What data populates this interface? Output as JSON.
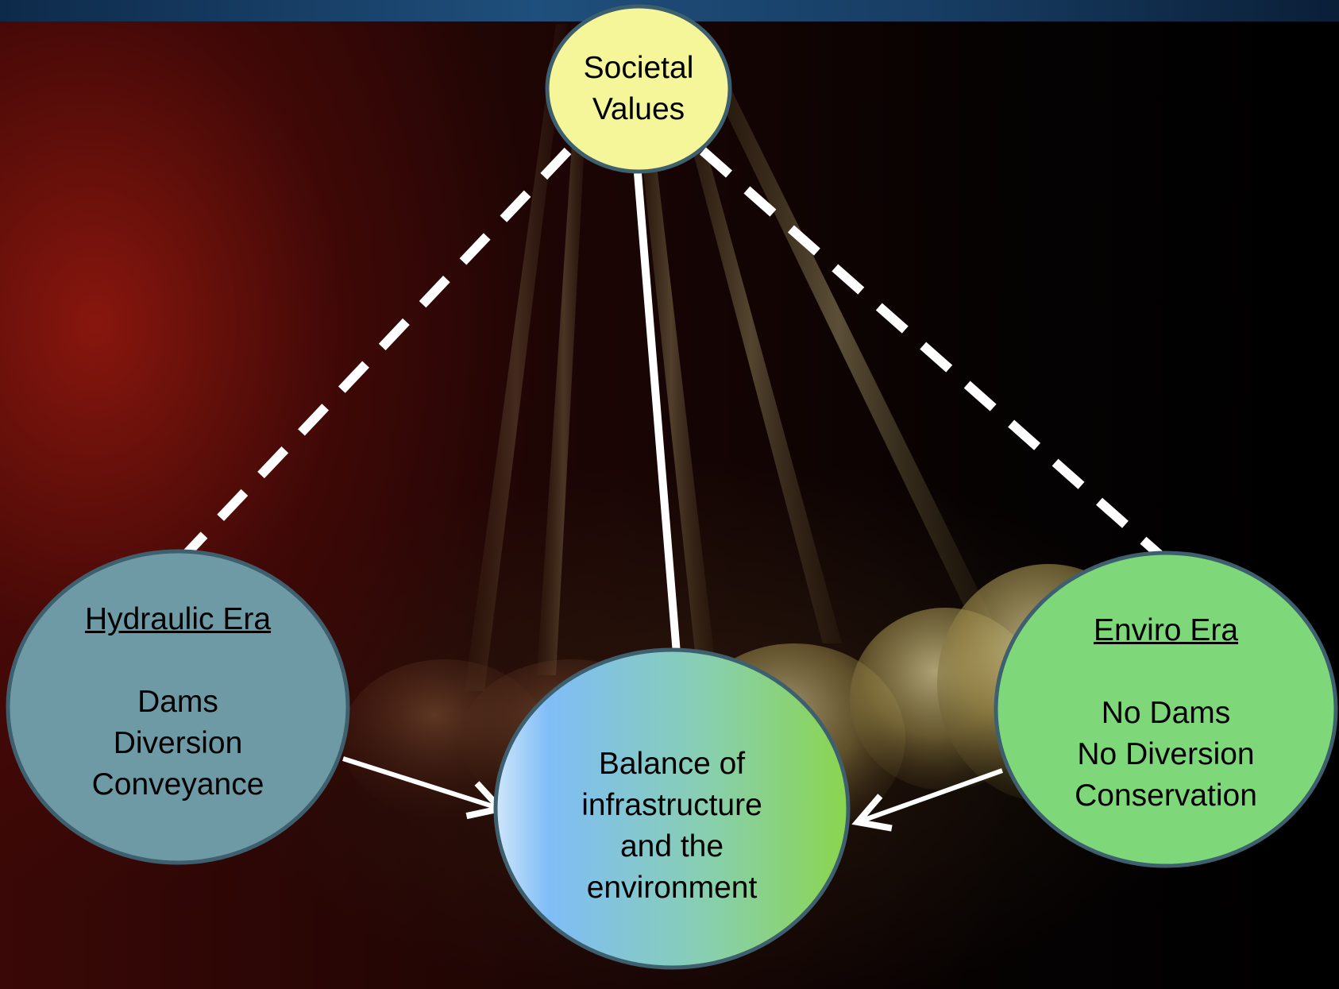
{
  "nodes": {
    "societal": {
      "lines": [
        "Societal",
        "Values"
      ],
      "fill": "#f5f59a"
    },
    "hydraulic": {
      "title": "Hydraulic Era",
      "items": [
        "Dams",
        "Diversion",
        "Conveyance"
      ],
      "fill": "#6e9aa6"
    },
    "enviro": {
      "title": "Enviro Era",
      "items": [
        "No Dams",
        "No Diversion",
        "Conservation"
      ],
      "fill": "#7ed87a"
    },
    "balance": {
      "lines": [
        "Balance of",
        "infrastructure",
        "and the",
        "environment"
      ],
      "gradient": [
        "#9fd0f5",
        "#7fbdf7",
        "#88cfa6",
        "#8ad54e"
      ]
    }
  },
  "colors": {
    "connector": "#ffffff",
    "node_border": "#3d5f6e",
    "bob": "#d8c987"
  }
}
